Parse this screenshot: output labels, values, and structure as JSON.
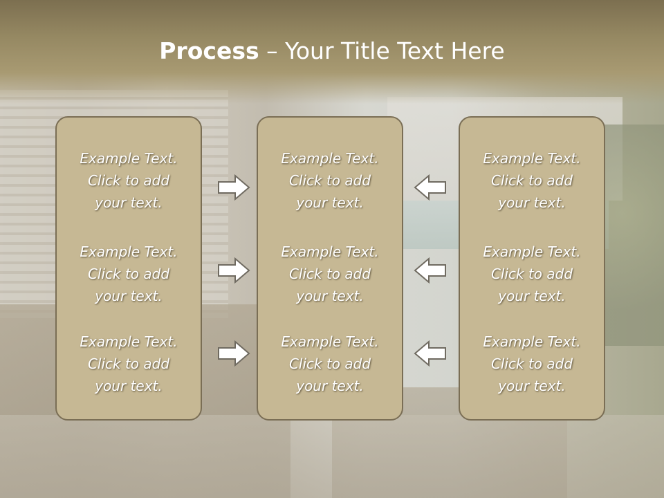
{
  "title": {
    "bold": "Process",
    "rest": " – Your Title Text Here"
  },
  "columns": [
    {
      "items": [
        "Example Text.\nClick  to add\nyour text.",
        "Example Text.\nClick  to add\nyour text.",
        "Example Text.\nClick  to add\nyour text."
      ]
    },
    {
      "items": [
        "Example Text.\nClick  to add\nyour text.",
        "Example Text.\nClick  to add\nyour text.",
        "Example Text.\nClick  to add\nyour text."
      ]
    },
    {
      "items": [
        "Example Text.\nClick  to add\nyour text.",
        "Example Text.\nClick  to add\nyour text.",
        "Example Text.\nClick  to add\nyour text."
      ]
    }
  ],
  "arrows": {
    "left_to_middle": "right-arrow-icon",
    "right_to_middle": "left-arrow-icon"
  },
  "colors": {
    "box_fill": "#c6b894",
    "box_border": "#7a6e55",
    "title_band": "#958862",
    "text": "#ffffff"
  }
}
